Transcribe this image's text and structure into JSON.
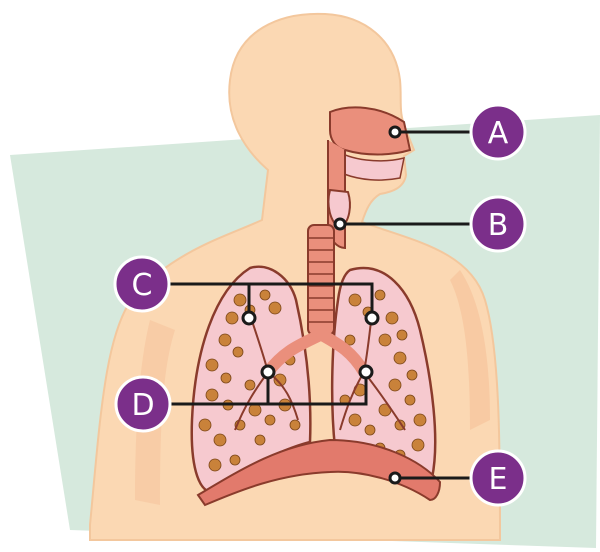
{
  "diagram": {
    "labels": [
      {
        "id": "A",
        "text": "A"
      },
      {
        "id": "B",
        "text": "B"
      },
      {
        "id": "C",
        "text": "C"
      },
      {
        "id": "D",
        "text": "D"
      },
      {
        "id": "E",
        "text": "E"
      }
    ]
  },
  "colors": {
    "background_panel": "#d6e9dd",
    "skin": "#fbd8b3",
    "skin_shadow": "#f5b98a",
    "lung_fill": "#f6c9cf",
    "lung_outline": "#8a3b2c",
    "airway": "#ea8f7c",
    "diaphragm": "#e27a6c",
    "alveoli": "#c9823a",
    "label_circle": "#7b2f8a",
    "label_text": "#ffffff",
    "leader_line": "#1a1a1a"
  }
}
